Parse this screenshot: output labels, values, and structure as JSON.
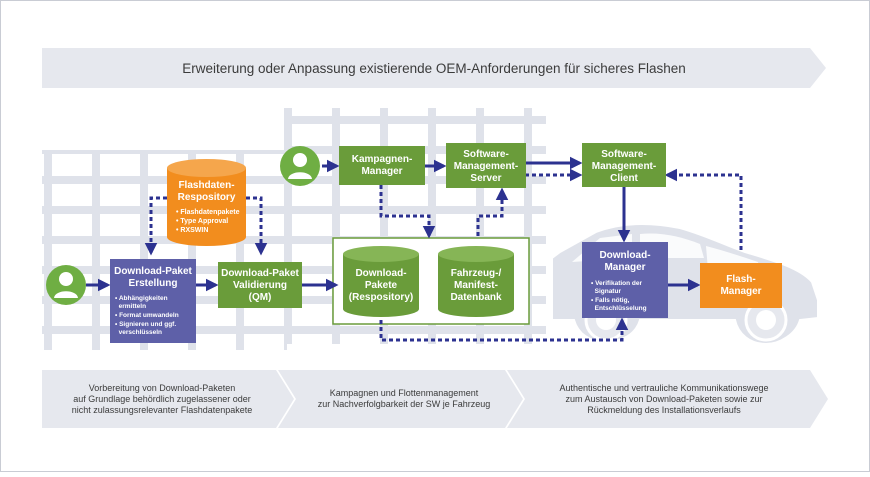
{
  "top_banner": {
    "text": "Erweiterung oder Anpassung existierende OEM-Anforderungen für sicheres Flashen"
  },
  "nodes": {
    "flashdaten_repository": {
      "title_lines": [
        "Flashdaten-",
        "Respository"
      ],
      "bullets": [
        "• Flashdatenpakete",
        "• Type Approval",
        "• RXSWIN"
      ]
    },
    "download_paket_erstellung": {
      "title_lines": [
        "Download-Paket",
        "Erstellung"
      ],
      "bullets": [
        "• Abhängigkeiten",
        "  ermitteln",
        "• Format umwandeln",
        "• Signieren und ggf.",
        "  verschlüsseln"
      ]
    },
    "download_paket_validierung": {
      "title_lines": [
        "Download-Paket",
        "Validierung",
        "(QM)"
      ]
    },
    "kampagnen_manager": {
      "title_lines": [
        "Kampagnen-",
        "Manager"
      ]
    },
    "software_management_server": {
      "title_lines": [
        "Software-",
        "Management-",
        "Server"
      ]
    },
    "software_management_client": {
      "title_lines": [
        "Software-",
        "Management-",
        "Client"
      ]
    },
    "download_pakete_repository": {
      "title_lines": [
        "Download-",
        "Pakete",
        "(Respository)"
      ]
    },
    "fahrzeug_manifest_datenbank": {
      "title_lines": [
        "Fahrzeug-/",
        "Manifest-",
        "Datenbank"
      ]
    },
    "download_manager": {
      "title_lines": [
        "Download-",
        "Manager"
      ],
      "bullets": [
        "• Verifikation der",
        "  Signatur",
        "• Falls nötig,",
        "  Entschlüsselung"
      ]
    },
    "flash_manager": {
      "title_lines": [
        "Flash-",
        "Manager"
      ]
    }
  },
  "bottom_banners": [
    {
      "lines": [
        "Vorbereitung von Download-Paketen",
        "auf Grundlage behördlich zugelassener oder",
        "nicht zulassungsrelevanter Flashdatenpakete"
      ]
    },
    {
      "lines": [
        "Kampagnen und Flottenmanagement",
        "zur Nachverfolgbarkeit der SW je Fahrzeug"
      ]
    },
    {
      "lines": [
        "Authentische und vertrauliche Kommunikationswege",
        "zum Austausch von Download-Paketen sowie zur",
        "Rückmeldung des Installationsverlaufs"
      ]
    }
  ],
  "colors": {
    "green": "#6a9c3a",
    "purple": "#5e60a8",
    "orange": "#f28d1e",
    "navy": "#2c3290",
    "banner": "#e6e8ee",
    "grid": "#dfe2ea",
    "user_icon": "#6fae43"
  }
}
